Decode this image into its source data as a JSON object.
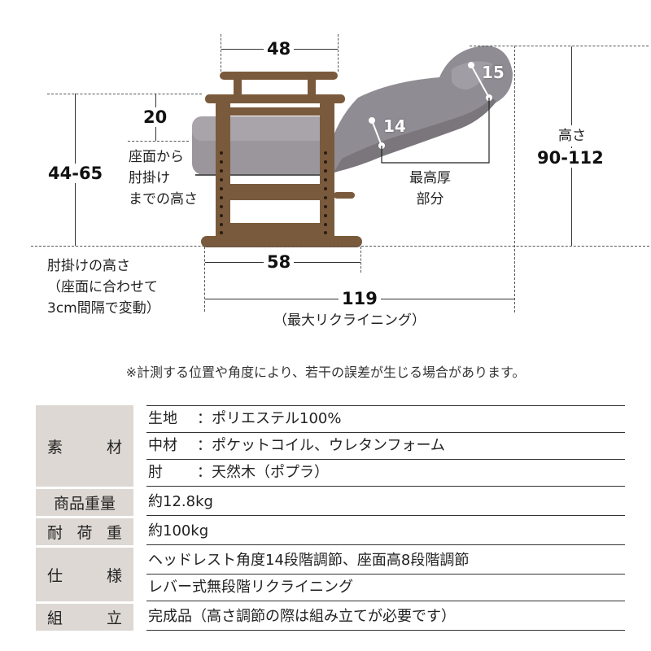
{
  "diagram": {
    "dim_top_width": "48",
    "dim_arm_gap": "20",
    "dim_arm_gap_label": [
      "座面から",
      "肘掛け",
      "までの高さ"
    ],
    "dim_arm_height": "44-65",
    "arm_height_note": [
      "肘掛けの高さ",
      "（座面に合わせて",
      "3cm間隔で変動）"
    ],
    "dim_base_depth": "58",
    "dim_full_length": "119",
    "dim_full_length_note": "（最大リクライニング）",
    "cushion_thickness_seat": "14",
    "cushion_thickness_head": "15",
    "thickest_label": [
      "最高厚",
      "部分"
    ],
    "height_label": "高さ",
    "height_value": "90-112"
  },
  "note": "※計測する位置や角度により、若干の誤差が生じる場合があります。",
  "spec": {
    "material": {
      "key": [
        "素",
        "材"
      ],
      "rows": [
        {
          "k": "生地",
          "v": "：ポリエステル100%"
        },
        {
          "k": "中材",
          "v": "：ポケットコイル、ウレタンフォーム"
        },
        {
          "k": "肘",
          "v": "：天然木（ポプラ）"
        }
      ]
    },
    "weight": {
      "key": "商品重量",
      "value": "約12.8kg"
    },
    "load": {
      "key": [
        "耐",
        "荷",
        "重"
      ],
      "value": "約100kg"
    },
    "features": {
      "key": [
        "仕",
        "様"
      ],
      "rows": [
        "ヘッドレスト角度14段階調節、座面高8段階調節",
        "レバー式無段階リクライニング"
      ]
    },
    "assembly": {
      "key": [
        "組",
        "立"
      ],
      "value": "完成品（高さ調節の際は組み立てが必要です）"
    }
  },
  "colors": {
    "key_bg": "#ddd8d3",
    "wood": "#7a5a3c",
    "fabric": "#8d8a90"
  }
}
